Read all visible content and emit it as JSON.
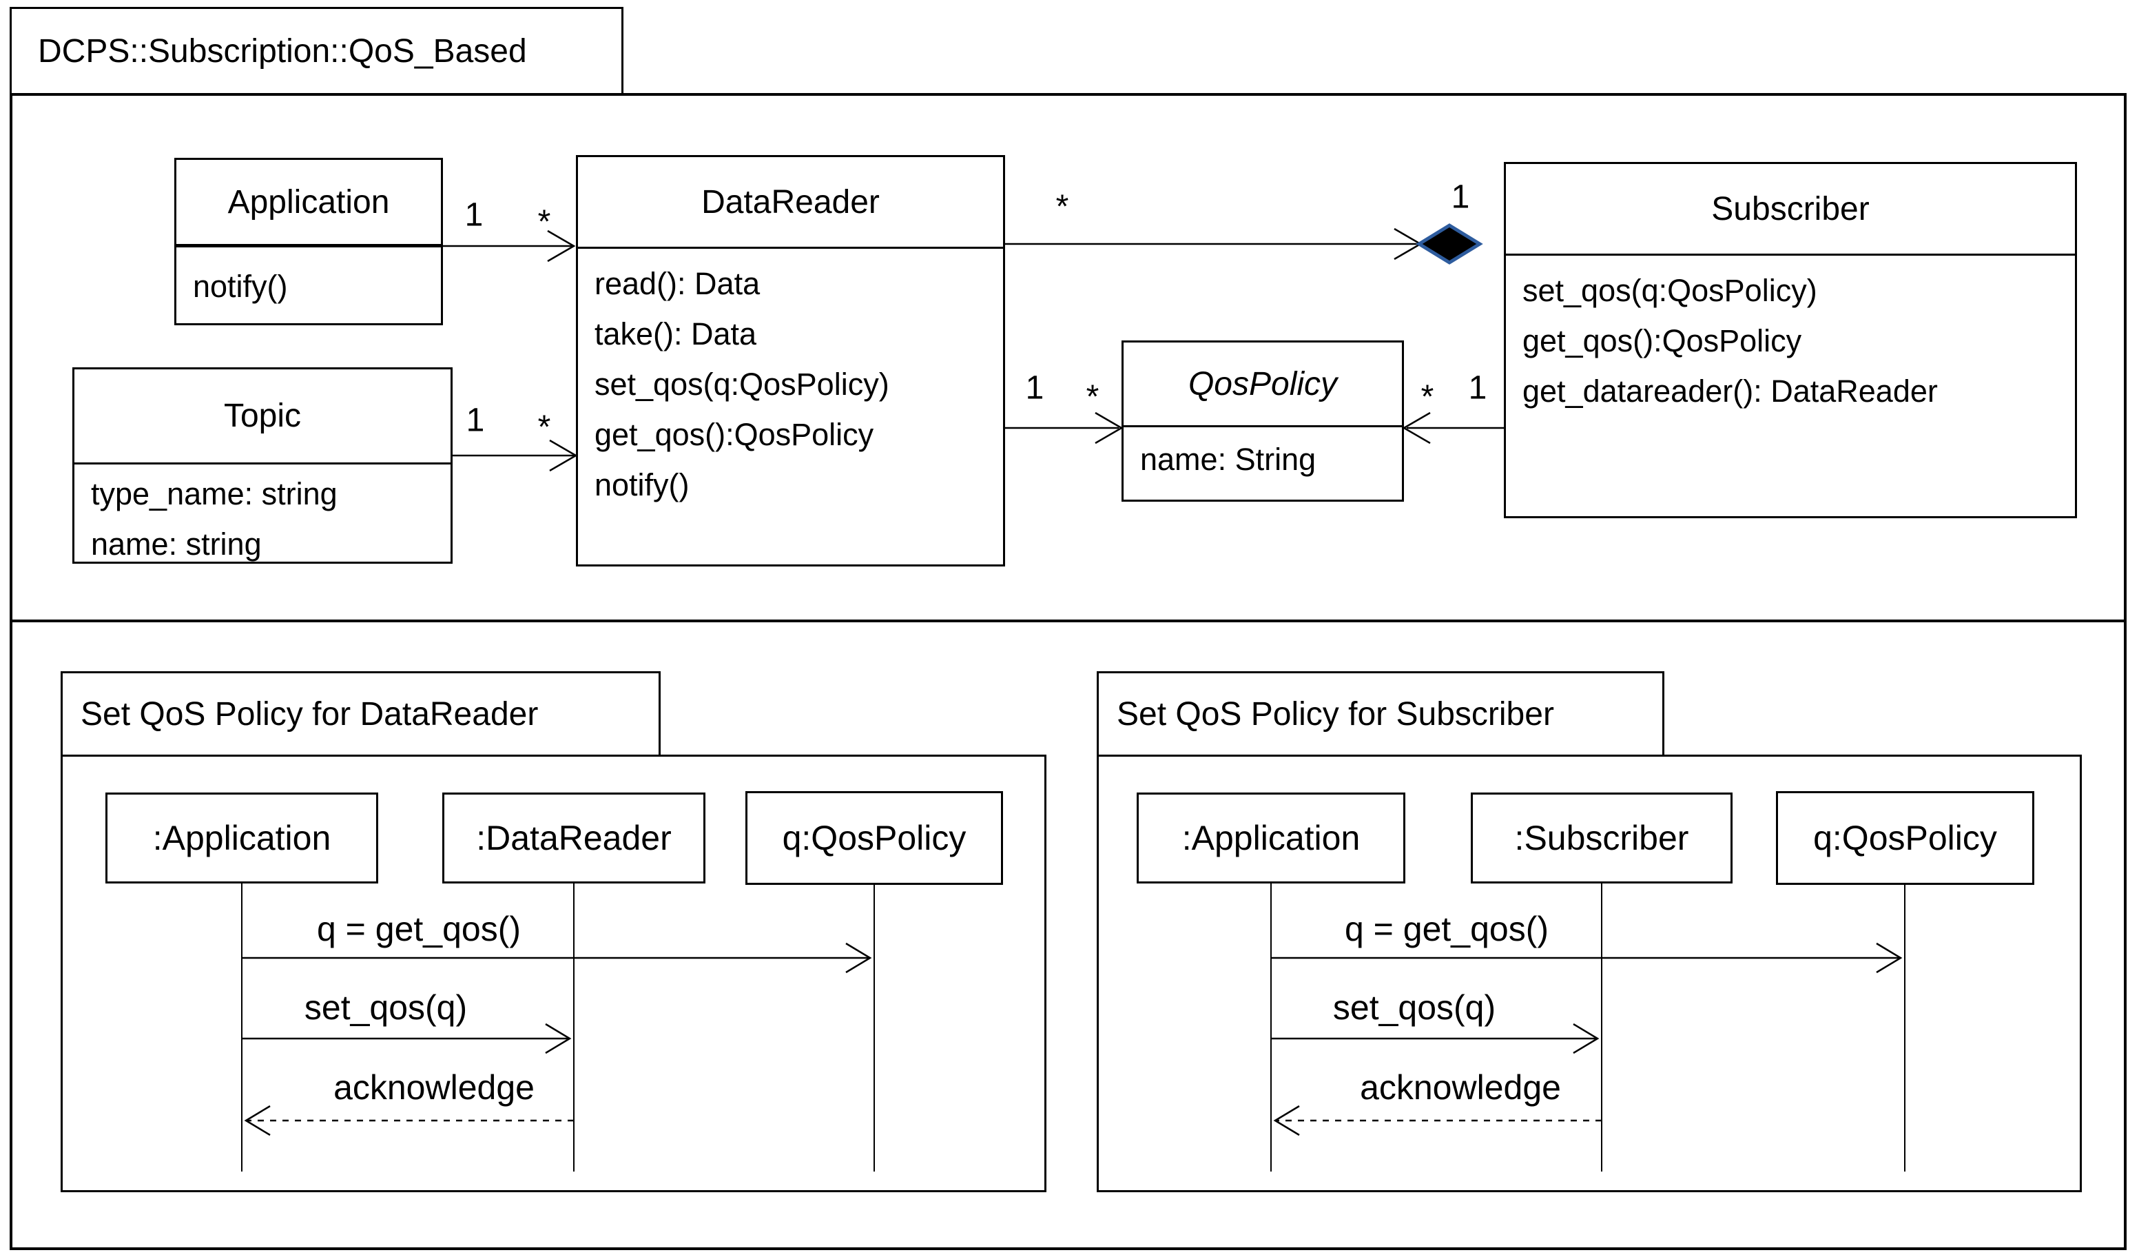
{
  "frame": {
    "title": "DCPS::Subscription::QoS_Based"
  },
  "colors": {
    "line": "#000000",
    "box_border": "#000000",
    "background": "#ffffff",
    "diamond_fill": "#000000",
    "diamond_stroke": "#2e5c9e"
  },
  "class_diagram": {
    "classes": [
      {
        "name": "Application",
        "members": [
          "notify()"
        ]
      },
      {
        "name": "DataReader",
        "members": [
          "read(): Data",
          "take(): Data",
          "set_qos(q:QosPolicy)",
          "get_qos():QosPolicy",
          "notify()"
        ]
      },
      {
        "name": "Subscriber",
        "members": [
          "set_qos(q:QosPolicy)",
          "get_qos():QosPolicy",
          "get_datareader(): DataReader"
        ]
      },
      {
        "name": "Topic",
        "members": [
          "type_name: string",
          "name: string"
        ]
      },
      {
        "name": "QosPolicy",
        "members": [
          "name: String"
        ],
        "abstract": true
      }
    ],
    "associations": [
      {
        "id": "application-datareader",
        "from": "Application",
        "to": "DataReader",
        "from_label": "1",
        "to_label": "*",
        "arrow": "open"
      },
      {
        "id": "datareader-subscriber",
        "from": "DataReader",
        "to": "Subscriber",
        "from_label": "*",
        "to_label": "1",
        "arrow": "open",
        "aggregation": "filled-diamond"
      },
      {
        "id": "topic-datareader",
        "from": "Topic",
        "to": "DataReader",
        "from_label": "1",
        "to_label": "*",
        "arrow": "open"
      },
      {
        "id": "datareader-qospolicy",
        "from": "DataReader",
        "to": "QosPolicy",
        "from_label": "1",
        "to_label": "*",
        "arrow": "open"
      },
      {
        "id": "subscriber-qospolicy",
        "from": "Subscriber",
        "to": "QosPolicy",
        "from_label": "1",
        "to_label": "*",
        "arrow": "open"
      }
    ]
  },
  "sequence_diagrams": [
    {
      "title": "Set QoS Policy for DataReader",
      "lifelines": [
        ":Application",
        ":DataReader",
        "q:QosPolicy"
      ],
      "messages": [
        {
          "label": "q = get_qos()",
          "from": ":Application",
          "to": "q:QosPolicy",
          "style": "solid"
        },
        {
          "label": "set_qos(q)",
          "from": ":Application",
          "to": ":DataReader",
          "style": "solid"
        },
        {
          "label": "acknowledge",
          "from": ":DataReader",
          "to": ":Application",
          "style": "dashed"
        }
      ]
    },
    {
      "title": "Set QoS Policy for Subscriber",
      "lifelines": [
        ":Application",
        ":Subscriber",
        "q:QosPolicy"
      ],
      "messages": [
        {
          "label": "q = get_qos()",
          "from": ":Application",
          "to": "q:QosPolicy",
          "style": "solid"
        },
        {
          "label": "set_qos(q)",
          "from": ":Application",
          "to": ":Subscriber",
          "style": "solid"
        },
        {
          "label": "acknowledge",
          "from": ":Subscriber",
          "to": ":Application",
          "style": "dashed"
        }
      ]
    }
  ]
}
